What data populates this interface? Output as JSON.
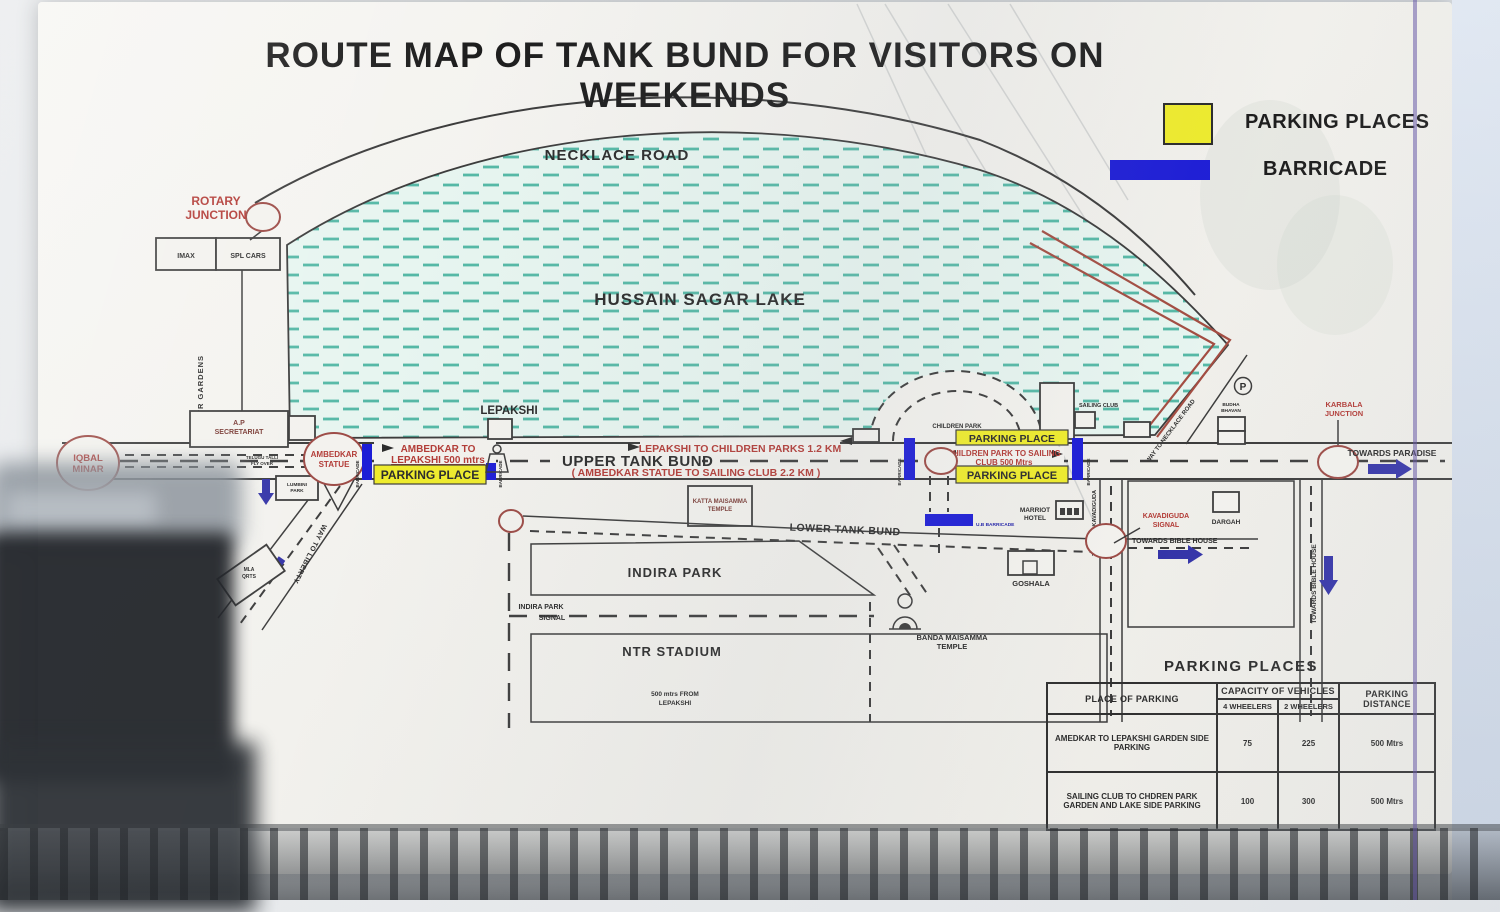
{
  "title": "ROUTE MAP OF TANK BUND FOR  VISITORS ON WEEKENDS",
  "legend": {
    "parking": "PARKING PLACES",
    "barricade": "BARRICADE"
  },
  "colors": {
    "parking_yellow": "#eeeb2d",
    "barricade_blue": "#1d1dd6",
    "route_red": "#b23a35",
    "junction_maroon": "#9c4a45",
    "lake_teal": "#55b8a6"
  },
  "map": {
    "necklace_road": "NECKLACE ROAD",
    "lake": "HUSSAIN SAGAR LAKE",
    "rotary": [
      "ROTARY",
      "JUNCTION"
    ],
    "imax": "IMAX",
    "spl_cars": "SPL CARS",
    "ntr_gardens": "NTR GARDENS",
    "ap_secretariat": [
      "A.P",
      "SECRETARIAT"
    ],
    "iqbal": [
      "IQBAL",
      "MINAR"
    ],
    "ambedkar": [
      "AMBEDKAR",
      "STATUE"
    ],
    "flyover": [
      "TELUGU TALLI",
      "FLY OVER"
    ],
    "mla": [
      "MLA",
      "QRTS"
    ],
    "way_to_liberty": "WAY TO LIBERTY",
    "lumbini": [
      "LUMBINI",
      "PARK"
    ],
    "lepakshi": "LEPAKSHI",
    "amb_to_lep": [
      "AMBEDKAR  TO",
      "LEPAKSHI 500 mtrs"
    ],
    "parking_place": "PARKING PLACE",
    "upper_tank_bund": "UPPER TANK BUND",
    "lep_to_children": "LEPAKSHI  TO CHILDREN PARKS 1.2 KM",
    "amb_to_sailing": "( AMBEDKAR STATUE TO SAILING CLUB  2.2 KM )",
    "katta": [
      "KATTA MAISAMMA",
      "TEMPLE"
    ],
    "children_park": "CHILDREN PARK",
    "child_to_sail": [
      "CHILDREN PARK  TO SAILING",
      "CLUB 500 Mtrs"
    ],
    "sailing_club": "SAILING CLUB",
    "way_to_necklace": "WAY TO NECKLACE ROAD",
    "budha": [
      "BUDHA",
      "BHAVAN"
    ],
    "p": "P",
    "karbala": [
      "KARBALA",
      "JUNCTION"
    ],
    "towards_paradise": "TOWARDS PARADISE",
    "lower_tank_bund": "LOWER TANK BUND",
    "ub_barricade": "U.B BARRICADE",
    "marriot": [
      "MARRIOT",
      "HOTEL"
    ],
    "goshala": "GOSHALA",
    "indira_park": "INDIRA PARK",
    "indira_signal": [
      "INDIRA PARK",
      "SIGNAL"
    ],
    "ntr_stadium": "NTR STADIUM",
    "from_lepakshi": [
      "500 mtrs FROM",
      "LEPAKSHI"
    ],
    "banda": [
      "BANDA MAISAMMA",
      "TEMPLE"
    ],
    "kavadiguda": [
      "KAVADIGUDA",
      "SIGNAL"
    ],
    "towards_bible": "TOWARDS BIBLE HOUSE",
    "towards_kavadiguda": "TOWARDS KAVADIGUDA",
    "dargah": "DARGAH",
    "barricade_tag": "BARRICADE"
  },
  "table": {
    "title": "PARKING PLACES",
    "col_place": "PLACE OF PARKING",
    "col_capacity": "CAPACITY OF VEHICLES",
    "col_4w": "4 WHEELERS",
    "col_2w": "2 WHEELERS",
    "col_distance": "PARKING DISTANCE",
    "rows": [
      {
        "place": "AMEDKAR TO LEPAKSHI GARDEN SIDE PARKING",
        "w4": "75",
        "w2": "225",
        "distance": "500 Mtrs"
      },
      {
        "place": "SAILING CLUB TO CHDREN PARK GARDEN AND LAKE SIDE PARKING",
        "w4": "100",
        "w2": "300",
        "distance": "500 Mtrs"
      }
    ]
  }
}
